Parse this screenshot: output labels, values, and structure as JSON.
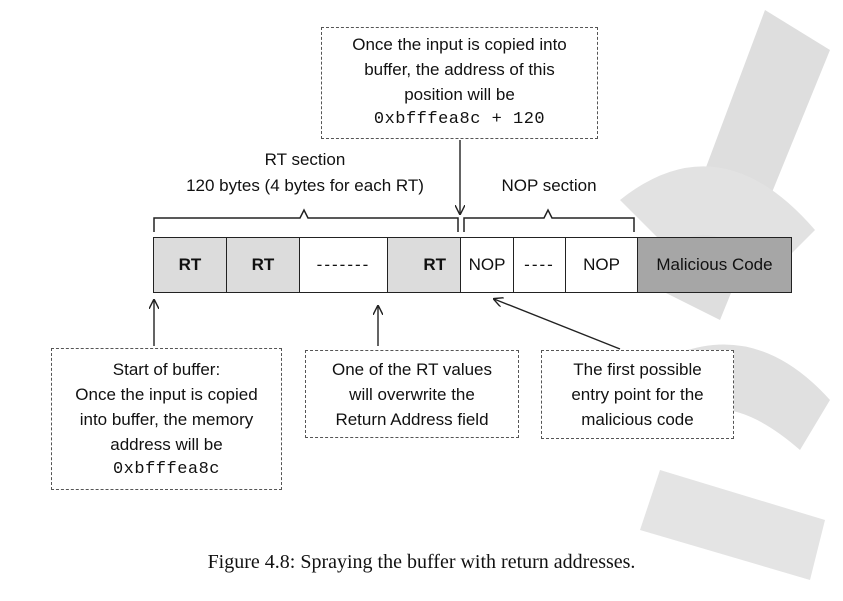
{
  "top_note": {
    "line1": "Once the input is copied into",
    "line2": "buffer, the address of this",
    "line3": "position will be",
    "address": "0xbfffea8c + 120"
  },
  "rt_section": {
    "title": "RT section",
    "subtitle": "120 bytes (4 bytes for each RT)"
  },
  "nop_section": {
    "title": "NOP section"
  },
  "buffer": {
    "rt1": "RT",
    "rt2": "RT",
    "rt_dots": "-------",
    "rt3": "RT",
    "nop1": "NOP",
    "nop_dots": "----",
    "nop2": "NOP",
    "malicious": "Malicious Code"
  },
  "start_note": {
    "line1": "Start of buffer:",
    "line2": "Once the input is copied",
    "line3": "into buffer, the memory",
    "line4": "address will be",
    "address": "0xbfffea8c"
  },
  "rt_note": {
    "line1": "One of the RT values",
    "line2": "will overwrite the",
    "line3": "Return Address field"
  },
  "entry_note": {
    "line1": "The first possible",
    "line2": "entry point for the",
    "line3": "malicious code"
  },
  "caption": "Figure 4.8: Spraying the buffer with return addresses.",
  "colors": {
    "rt_fill": "#dcdcdc",
    "malicious_fill": "#a6a6a6",
    "watermark": "#d9d9d9"
  }
}
